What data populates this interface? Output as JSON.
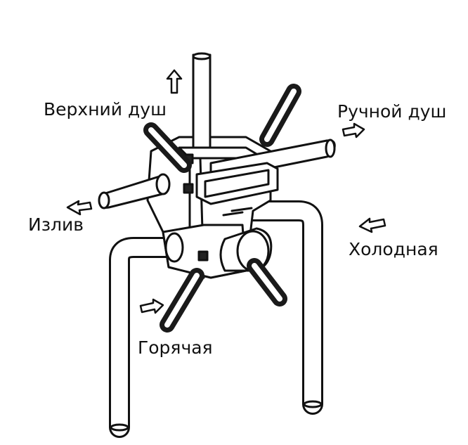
{
  "labels": {
    "top_shower": "Верхний душ",
    "hand_shower": "Ручной душ",
    "spout": "Излив",
    "cold": "Холодная",
    "hot": "Горячая"
  },
  "colors": {
    "line": "#111111",
    "fill": "#ffffff",
    "handle": "#1a1a1a"
  }
}
